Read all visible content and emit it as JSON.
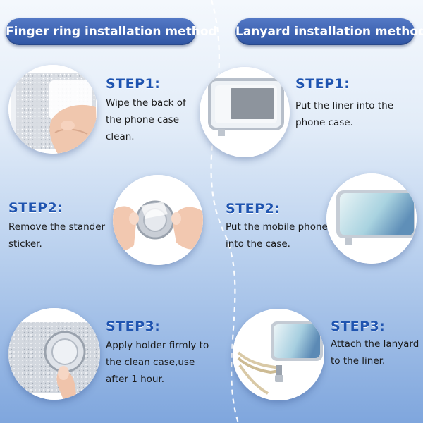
{
  "headers": {
    "left": "Finger ring installation method",
    "right": "Lanyard installation method"
  },
  "finger_ring": [
    {
      "title": "STEP1:",
      "desc": "Wipe the back of\nthe phone case\nclean."
    },
    {
      "title": "STEP2:",
      "desc": "Remove the stander\nsticker."
    },
    {
      "title": "STEP3:",
      "desc": "Apply holder firmly to\nthe clean case,use\nafter 1 hour."
    }
  ],
  "lanyard": [
    {
      "title": "STEP1:",
      "desc": "Put the liner into the\nphone case."
    },
    {
      "title": "STEP2:",
      "desc": "Put the mobile phone\ninto the case."
    },
    {
      "title": "STEP3:",
      "desc": "Attach the lanyard\nto the liner."
    }
  ],
  "colors": {
    "accent": "#1f54b0",
    "pill": "#3a60b0"
  },
  "images": [
    "wiping-case-photo",
    "removing-sticker-photo",
    "applying-ring-photo",
    "liner-in-case-photo",
    "phone-in-case-photo",
    "lanyard-attached-photo"
  ]
}
